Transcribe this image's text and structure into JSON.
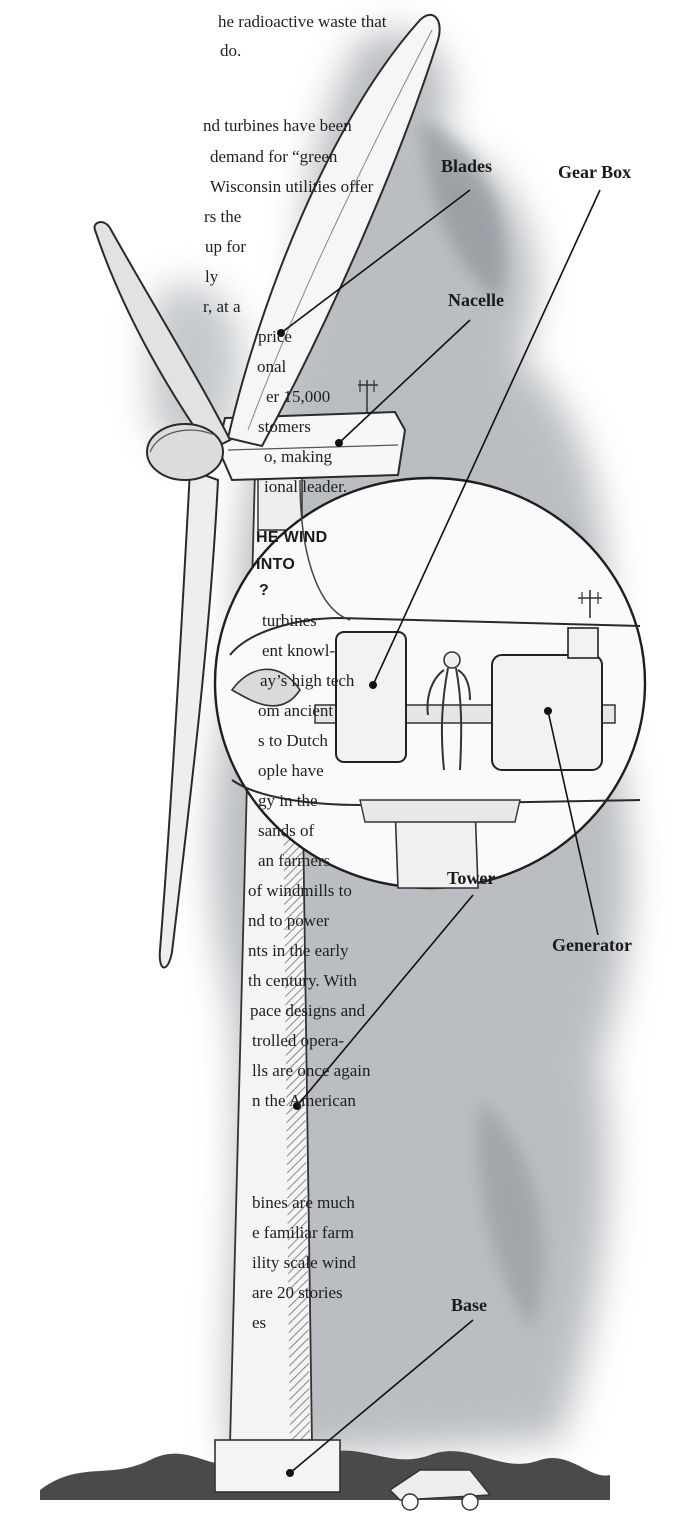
{
  "article": {
    "lines_top": [
      "he radioactive waste that",
      "do.",
      "nd turbines have been",
      "demand for “green",
      "Wisconsin utilities offer",
      "rs the",
      "up for",
      "ly",
      "r, at a",
      "price",
      "onal",
      "er 15,000",
      "stomers",
      "o, making",
      "ional leader."
    ],
    "heading": [
      "HE WIND",
      "INTO",
      "?"
    ],
    "lines_mid": [
      "turbines",
      "ent knowl-",
      "ay’s high tech",
      "om ancient",
      "s to Dutch",
      "ople have",
      "gy in the",
      "sands of",
      "an farmers",
      "of windmills to",
      "nd to power",
      "nts in the early",
      "th century. With",
      "pace designs and",
      "trolled opera-",
      "lls are once again",
      "n the American"
    ],
    "lines_bottom": [
      "bines are much",
      "e familiar farm",
      "ility scale wind",
      "are 20 stories",
      "es"
    ]
  },
  "labels": {
    "blades": "Blades",
    "nacelle": "Nacelle",
    "gearbox": "Gear Box",
    "generator": "Generator",
    "tower": "Tower",
    "base": "Base"
  },
  "colors": {
    "sky_wash": "#9aa0a6",
    "ink": "#2a2a2a",
    "paper": "#ffffff"
  }
}
